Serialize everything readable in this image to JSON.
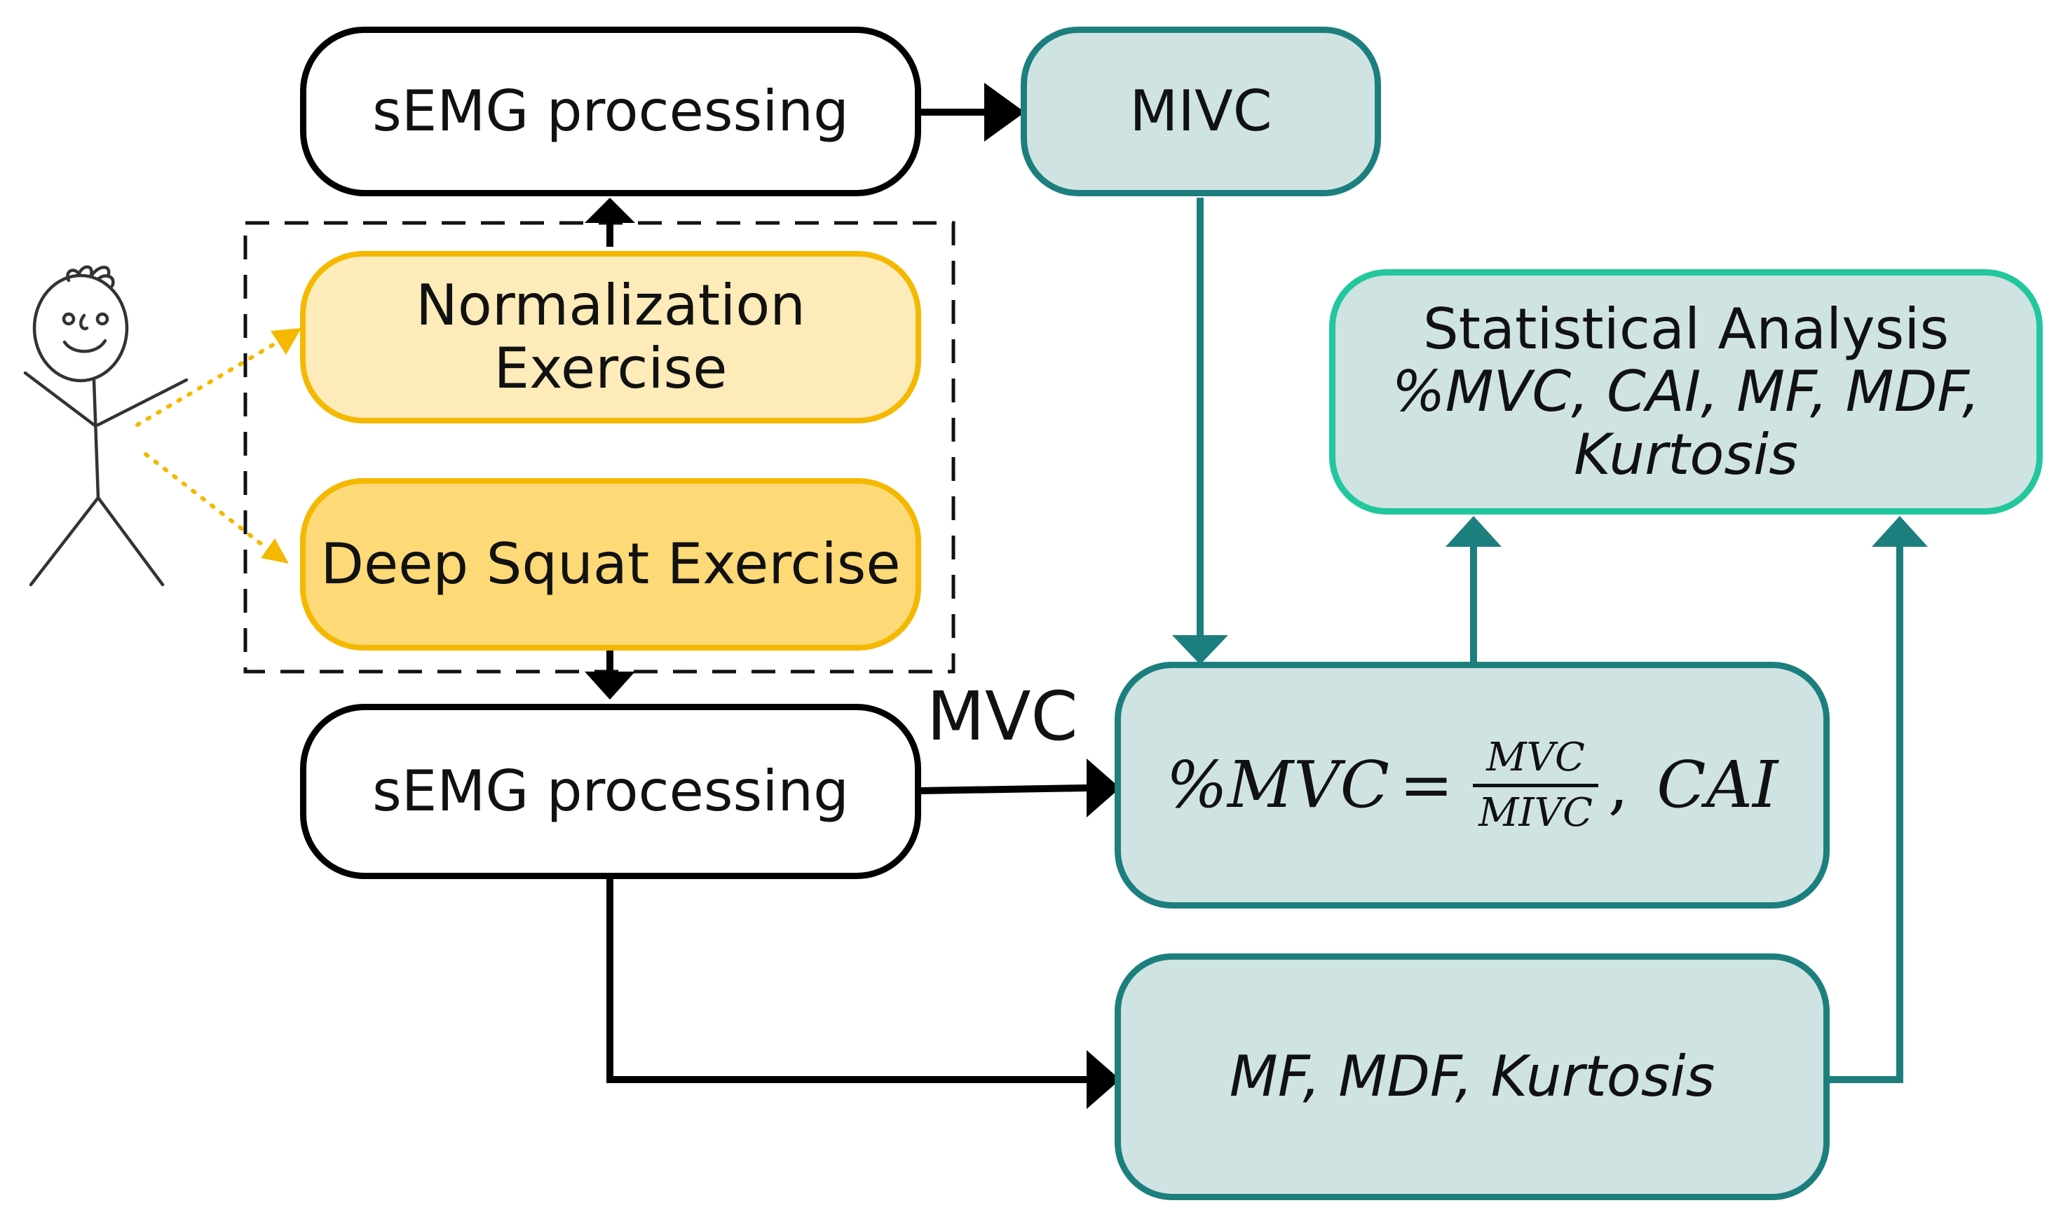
{
  "colors": {
    "black_stroke": "#000000",
    "teal_stroke": "#1d7f7d",
    "green_stroke": "#22c79e",
    "teal_fill": "#cfe3e2",
    "amber_stroke": "#f5b800",
    "pale_amber_fill": "#fdebb9",
    "amber_fill": "#fdd977"
  },
  "nodes": {
    "semg_top": "sEMG processing",
    "mivc": "MIVC",
    "normalization": [
      "Normalization",
      "Exercise"
    ],
    "deep_squat": "Deep Squat Exercise",
    "semg_bottom": "sEMG processing",
    "mvc_label": "MVC",
    "formula": {
      "lhs": "%MVC",
      "equals": "=",
      "numerator": "MVC",
      "denominator": "MIVC",
      "sep": ",",
      "rhs": "CAI"
    },
    "features": "MF, MDF, Kurtosis",
    "stats": {
      "title": "Statistical Analysis",
      "line2": "%MVC, CAI, MF, MDF,",
      "line3": "Kurtosis"
    }
  },
  "icons": [
    "stick-figure-icon"
  ]
}
